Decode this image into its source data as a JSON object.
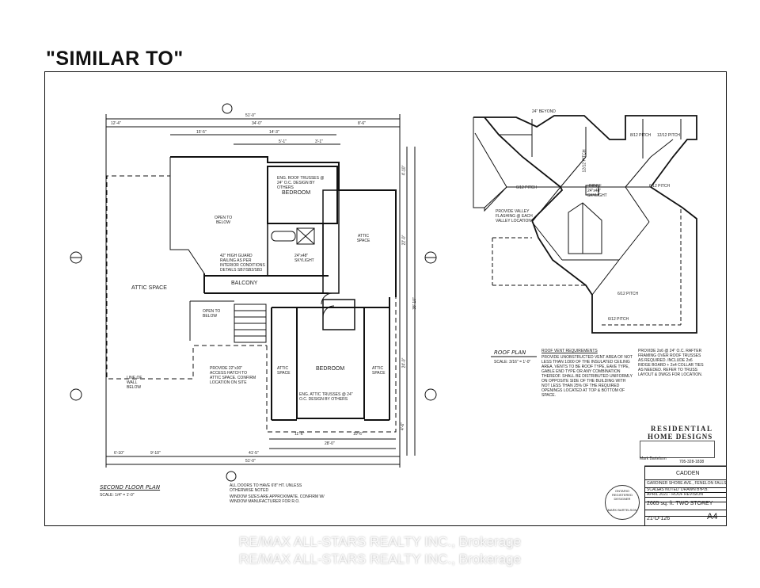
{
  "heading": "\"SIMILAR TO\"",
  "floor_plan": {
    "title": "SECOND FLOOR PLAN",
    "scale": "SCALE: 1/4\" = 1'-0\"",
    "rooms": {
      "attic_space": "ATTIC SPACE",
      "open_to_below_1": "OPEN TO BELOW",
      "bedroom_1": "BEDROOM",
      "bedroom_2": "BEDROOM",
      "balcony": "BALCONY",
      "attic_space_right": "ATTIC SPACE",
      "attic_space_low_left": "ATTIC SPACE",
      "attic_space_low_right": "ATTIC SPACE",
      "open_to_below_2": "OPEN TO BELOW"
    },
    "notes": {
      "roof_trusses_1": "ENG. ROOF TRUSSES @ 24\" O.C. DESIGN BY OTHERS",
      "roof_trusses_2": "ENG. ATTIC TRUSSES @ 24\" O.C. DESIGN BY OTHERS",
      "guard": "42\" HIGH GUARD RAILING AS PER INTERIOR CONDITIONS DETAILS SB7/SB2/SB3",
      "access_hatch": "PROVIDE 22\"x30\" ACCESS HATCH TO ATTIC SPACE. CONFIRM LOCATION ON SITE",
      "line_of_wall_below": "LINE OF WALL BELOW",
      "doors": "ALL DOORS TO HAVE 6'8\" HT. UNLESS OTHERWISE NOTED",
      "windows": "WINDOW SIZES ARE APPROXIMATE. CONFIRM W/ WINDOW MANUFACTURER FOR R.O.",
      "skylight": "24\"x48\" SKYLIGHT"
    },
    "dimensions": {
      "overall_top": "51'-0\"",
      "overall_bottom": "51'-0\"",
      "d1": "12'-4\"",
      "d2": "34'-0\"",
      "d3": "8'-6\"",
      "d4": "15'-5\"",
      "d5": "14'-3\"",
      "d6": "5'-1\"",
      "d7": "3'-1\"",
      "d8": "41'-5\"",
      "d9": "9'-10\"",
      "d10": "28'-0\"",
      "d11": "11'-6\"",
      "d12": "10'-6\"",
      "d13": "6'-10\"",
      "right_1": "4'-10\"",
      "right_2": "22'-0\"",
      "right_3": "38'-10\"",
      "right_4": "24'-0\"",
      "right_5": "4'-6\""
    }
  },
  "roof_plan": {
    "title": "ROOF PLAN",
    "scale": "SCALE: 3/16\" = 1'-0\"",
    "vent_title": "ROOF VENT REQUIREMENTS",
    "vent_text": "PROVIDE UNOBSTRUCTED VENT AREA OF NOT LESS THAN 1/300 OF THE INSULATED CEILING AREA. VENTS TO BE ROOF TYPE, EAVE TYPE, GABLE END TYPE OR ANY COMBINATION THEREOF. SHALL BE DISTRIBUTED UNIFORMLY ON OPPOSITE SIDE OF THE BUILDING WITH NOT LESS THAN 25% OF THE REQUIRED OPENINGS LOCATED AT TOP & BOTTOM OF SPACE.",
    "truss_note": "PROVIDE 2x6 @ 24\" O.C. RAFTER FRAMING OVER ROOF TRUSSES AS REQUIRED. INCLUDE 2x6 RIDGE BOARD + 2x4 COLLAR TIES AS NEEDED. REFER TO TRUSS LAYOUT & DWGS FOR LOCATION.",
    "flashing": "PROVIDE VALLEY FLASHING @ EACH VALLEY LOCATION",
    "skylight": "24\"x48\" SKYLIGHT",
    "beyond": "24\" BEYOND",
    "pitch_612": "6/12 PITCH",
    "pitch_812": "8/12 PITCH",
    "pitch_1212": "12/12 PITCH",
    "ridge": "RIDGE"
  },
  "title_block": {
    "firm_line1": "RESIDENTIAL",
    "firm_line2": "HOME DESIGNS",
    "phone": "705-328-1838",
    "designer": "Mark Bartelson",
    "project": "CADDEN",
    "address": "GARDINER SHORE AVE., FENELON FALLS",
    "scale_label": "SCALE",
    "scale_value": "AS NOTED",
    "drawn_label": "DRAWN BY",
    "drawn_value": "P.B.",
    "revision": "APRIL 2021 - ROOF REVISION",
    "size": "2665 sq. ft. TWO STOREY",
    "job_no": "21-D-126",
    "sheet": "A4",
    "stamp_line1": "ONTARIO",
    "stamp_line2": "REGISTERED",
    "stamp_line3": "DESIGNER",
    "stamp_name": "MARK BARTELSON"
  },
  "watermark": "RE/MAX ALL-STARS REALTY INC., Brokerage"
}
